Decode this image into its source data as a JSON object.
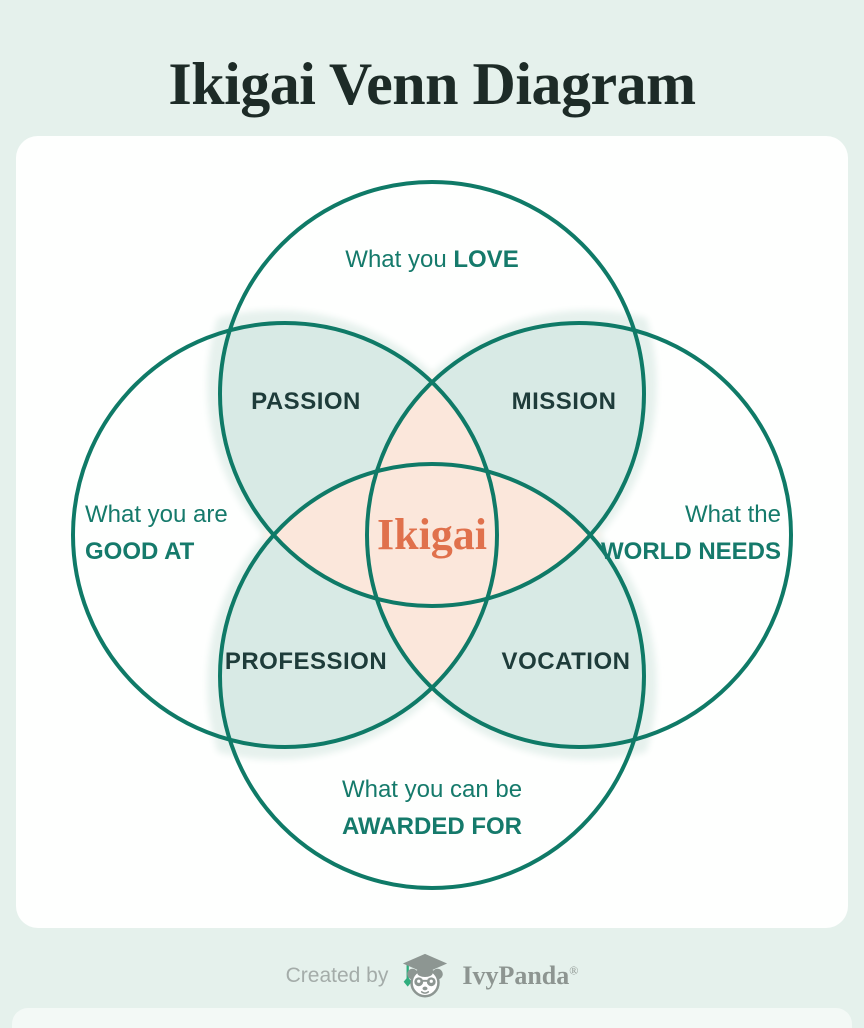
{
  "title": "Ikigai Venn Diagram",
  "venn": {
    "outer_labels": {
      "top": {
        "prefix": "What you ",
        "bold": "LOVE"
      },
      "left": {
        "prefix": "What you are",
        "bold": "GOOD AT"
      },
      "right": {
        "prefix": "What the",
        "bold": "WORLD NEEDS"
      },
      "bottom": {
        "prefix": "What you can be",
        "bold": "AWARDED FOR"
      }
    },
    "intersections": {
      "passion": "PASSION",
      "mission": "MISSION",
      "profession": "PROFESSION",
      "vocation": "VOCATION"
    },
    "center_label": "Ikigai"
  },
  "footer": {
    "created_by": "Created by",
    "brand": "IvyPanda",
    "registered_mark": "®",
    "logo": "ivypanda-graduate-panda-icon"
  },
  "colors": {
    "page_bg": "#e5f1ec",
    "card_bg": "#fefffe",
    "circle_stroke": "#0f7a67",
    "petal_fill": "#d8eae5",
    "petal_halo": "#e6f1ed",
    "center_fill": "#fbe7db",
    "center_halo": "#fdf2ea",
    "title_color": "#1d2b27",
    "outer_label_color": "#157a6b",
    "intersection_label_color": "#1e3c3a",
    "center_label_color": "#e0714c",
    "footer_text_color": "#a4aca9",
    "brand_color": "#8d9591",
    "tassel_color": "#2fae7e"
  }
}
